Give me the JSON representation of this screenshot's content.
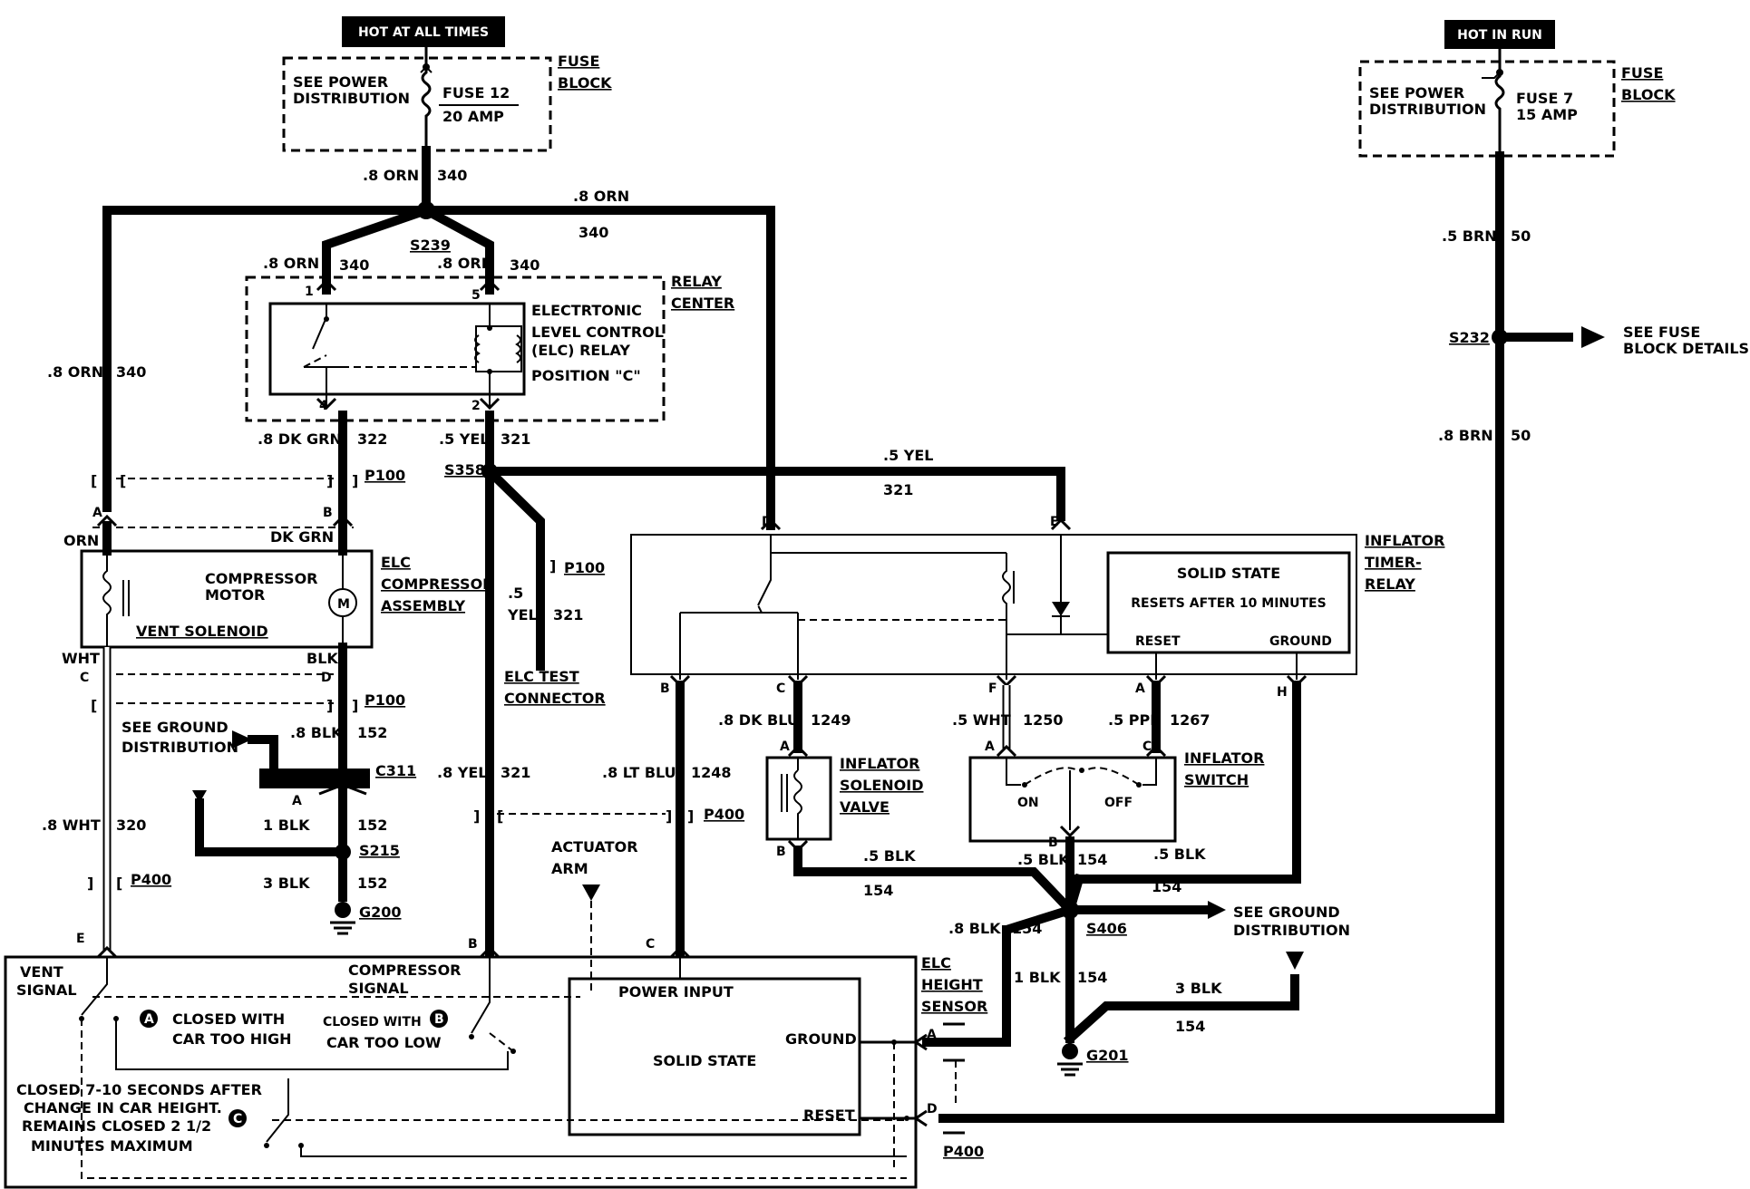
{
  "headers": {
    "hot_at_all_times": "HOT AT ALL TIMES",
    "hot_in_run": "HOT IN RUN"
  },
  "fuse_block_left": {
    "see": "SEE POWER",
    "dist": "DISTRIBUTION",
    "fuse": "FUSE 12",
    "amp": "20 AMP",
    "tag1": "FUSE",
    "tag2": "BLOCK"
  },
  "fuse_block_right": {
    "see": "SEE POWER",
    "dist": "DISTRIBUTION",
    "fuse": "FUSE 7",
    "amp": "15 AMP",
    "tag1": "FUSE",
    "tag2": "BLOCK"
  },
  "wires": {
    "w_8orn": ".8 ORN",
    "w_340": "340",
    "w_8dkgrn": ".8 DK GRN",
    "w_322": "322",
    "w_5yel": ".5 YEL",
    "w_321": "321",
    "w_5": ".5",
    "w_yel": "YEL",
    "w_8yel": ".8 YEL",
    "w_8ltblu": ".8 LT BLU",
    "w_1248": "1248",
    "w_8dkblu": ".8 DK BLU",
    "w_1249": "1249",
    "w_5wht": ".5 WHT",
    "w_1250": "1250",
    "w_5ppl": ".5 PPL",
    "w_1267": "1267",
    "w_5blk": ".5 BLK",
    "w_154": "154",
    "w_8blk": ".8 BLK",
    "w_1blk": "1 BLK",
    "w_3blk": "3 BLK",
    "w_152": "152",
    "w_8wht": ".8 WHT",
    "w_320": "320",
    "w_5brn": ".5 BRN",
    "w_8brn": ".8 BRN",
    "w_50": "50",
    "orn": "ORN",
    "dkgrn": "DK GRN",
    "wht": "WHT",
    "blk": "BLK"
  },
  "splices": {
    "s239": "S239",
    "s358": "S358",
    "s215": "S215",
    "s406": "S406",
    "s232": "S232"
  },
  "connectors": {
    "p100": "P100",
    "p400": "P400",
    "c311": "C311",
    "g200": "G200",
    "g201": "G201"
  },
  "pins": {
    "p1": "1",
    "p2": "2",
    "p4": "4",
    "p5": "5",
    "A": "A",
    "B": "B",
    "C": "C",
    "D": "D",
    "E": "E",
    "F": "F",
    "H": "H"
  },
  "relay": {
    "l1": "ELECTRTONIC",
    "l2": "LEVEL CONTROL",
    "l3": "(ELC) RELAY",
    "l4": "POSITION \"C\"",
    "tag1": "RELAY",
    "tag2": "CENTER"
  },
  "compressor": {
    "motor1": "COMPRESSOR",
    "motor2": "MOTOR",
    "vent": "VENT SOLENOID",
    "tag1": "ELC",
    "tag2": "COMPRESSOR",
    "tag3": "ASSEMBLY",
    "m": "M"
  },
  "ground_dist": {
    "l1": "SEE GROUND",
    "l2": "DISTRIBUTION"
  },
  "elc_test": {
    "l1": "ELC TEST",
    "l2": "CONNECTOR"
  },
  "timer": {
    "ss": "SOLID STATE",
    "resets": "RESETS AFTER 10 MINUTES",
    "reset": "RESET",
    "ground": "GROUND",
    "tag1": "INFLATOR",
    "tag2": "TIMER-",
    "tag3": "RELAY"
  },
  "inflator_valve": {
    "l1": "INFLATOR",
    "l2": "SOLENOID",
    "l3": "VALVE"
  },
  "inflator_switch": {
    "l1": "INFLATOR",
    "l2": "SWITCH",
    "on": "ON",
    "off": "OFF"
  },
  "see_fuse": {
    "l1": "SEE FUSE",
    "l2": "BLOCK DETAILS"
  },
  "actuator": {
    "l1": "ACTUATOR",
    "l2": "ARM"
  },
  "sensor": {
    "vent1": "VENT",
    "vent2": "SIGNAL",
    "comp1": "COMPRESSOR",
    "comp2": "SIGNAL",
    "a1": "CLOSED WITH",
    "a2": "CAR TOO HIGH",
    "b1": "CLOSED WITH",
    "b2": "CAR TOO LOW",
    "c1": "CLOSED 7-10 SECONDS AFTER",
    "c2": "CHANGE IN CAR HEIGHT.",
    "c3": "REMAINS CLOSED 2 1/2",
    "c4": "MINUTES MAXIMUM",
    "power": "POWER INPUT",
    "ss": "SOLID STATE",
    "ground": "GROUND",
    "reset": "RESET",
    "tag1": "ELC",
    "tag2": "HEIGHT",
    "tag3": "SENSOR",
    "mA": "A",
    "mB": "B",
    "mC": "C"
  }
}
